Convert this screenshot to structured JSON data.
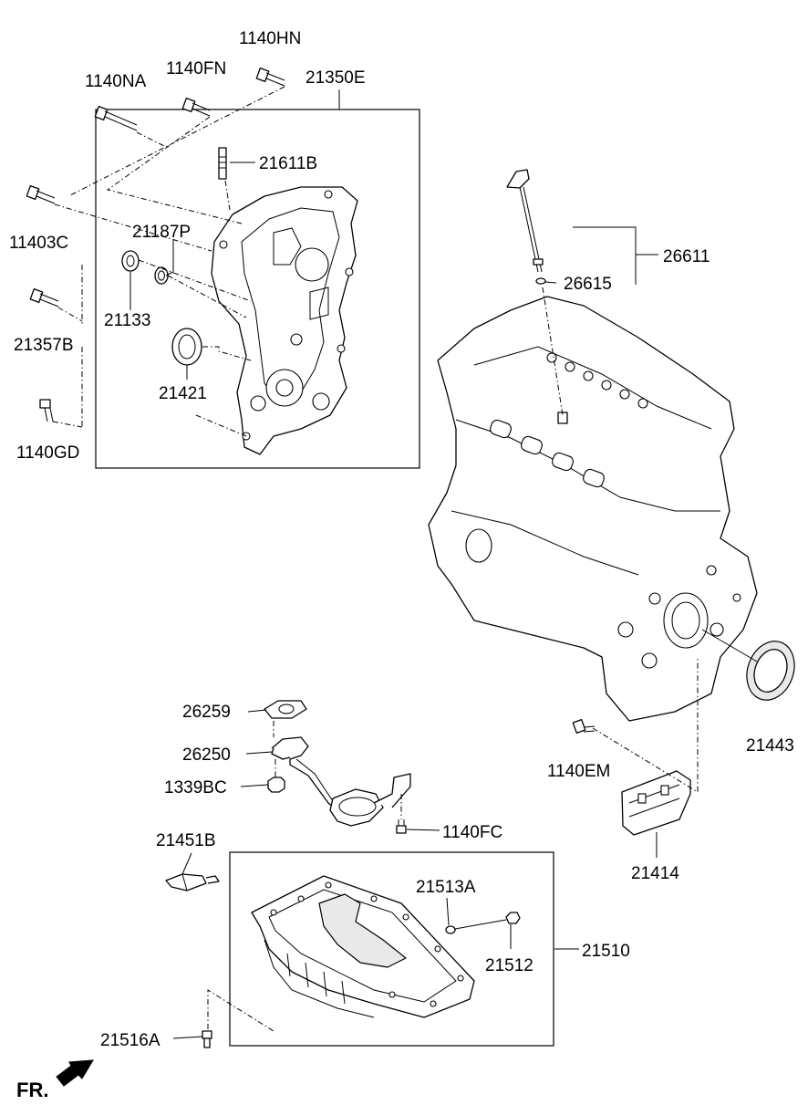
{
  "labels": {
    "p1140HN": "1140HN",
    "p1140FN": "1140FN",
    "p1140NA": "1140NA",
    "p21350E": "21350E",
    "p21611B": "21611B",
    "p11403C": "11403C",
    "p21187P": "21187P",
    "p21133": "21133",
    "p21357B": "21357B",
    "p21421": "21421",
    "p1140GD": "1140GD",
    "p26611": "26611",
    "p26615": "26615",
    "p21443": "21443",
    "p1140EM": "1140EM",
    "p21414": "21414",
    "p26259": "26259",
    "p26250": "26250",
    "p1339BC": "1339BC",
    "p1140FC": "1140FC",
    "p21451B": "21451B",
    "p21513A": "21513A",
    "p21510": "21510",
    "p21512": "21512",
    "p21516A": "21516A"
  },
  "direction": {
    "label": "FR.",
    "icon": "arrow-front-icon"
  }
}
